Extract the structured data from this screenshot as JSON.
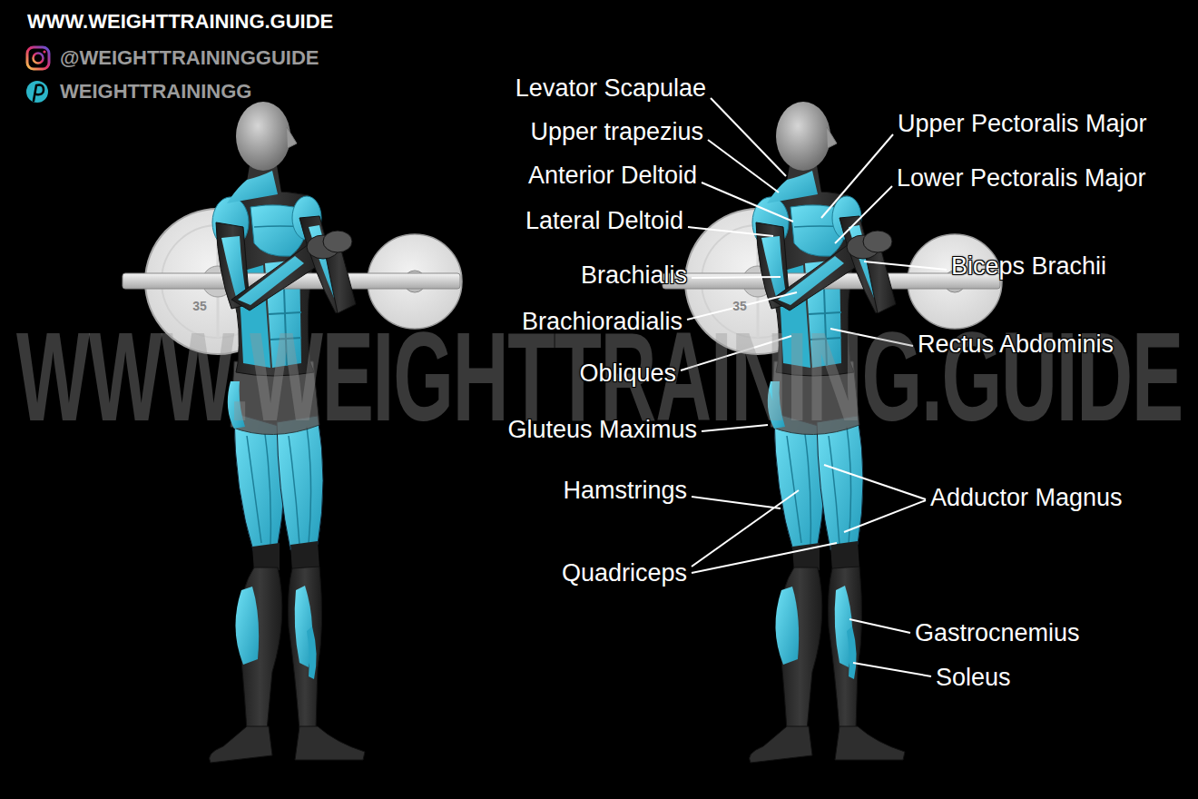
{
  "diagram": {
    "labels": [
      "WWW.WEIGHTTRAINING.GUIDE",
      "@WEIGHTTRAININGGUIDE",
      "WEIGHTTRAININGG",
      "WWW.WEIGHTTRAINING.GUIDE",
      "35",
      "35",
      "Levator Scapulae",
      "Upper trapezius",
      "Anterior Deltoid",
      "Lateral Deltoid",
      "Brachialis",
      "Brachioradialis",
      "Obliques",
      "Gluteus Maximus",
      "Hamstrings",
      "Quadriceps",
      "Upper Pectoralis Major",
      "Lower Pectoralis Major",
      "Biceps Brachii",
      "Rectus Abdominis",
      "Adductor Magnus",
      "Gastrocnemius",
      "Soleus"
    ]
  }
}
